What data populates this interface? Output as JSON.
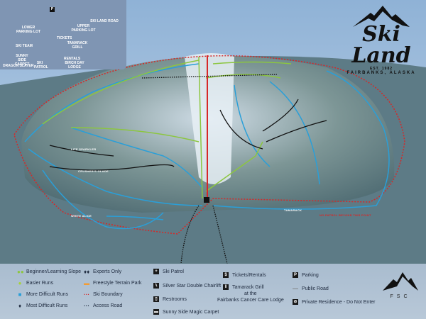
{
  "logo": {
    "title": "Ski Land",
    "est": "EST. 1982",
    "location": "FAIRBANKS, ALASKA"
  },
  "inset": {
    "lower_parking": "LOWER PARKING LOT",
    "upper_parking": "UPPER PARKING LOT",
    "ski_land_road": "SKI LAND ROAD",
    "tickets": "TICKETS",
    "tamarack_grill": "TAMARACK GRILL",
    "ski_team": "SKI TEAM",
    "sunny_side": "SUNNY SIDE CARPET",
    "dragon_slayer": "DRAGON SLAYER",
    "ski_patrol": "SKI PATROL",
    "rentals": "RENTALS",
    "birch_lodge": "BIRCH DAY LODGE"
  },
  "runs": {
    "lite_sparkler": "LITE SPARKLER",
    "crushers_glade": "CRUSHER'S GLADE",
    "tamarack": "TAMARACK",
    "white_alice": "WHITE ALICE",
    "no_patrol": "NO PATROL BEYOND THIS POINT"
  },
  "legend": {
    "beginner": "Beginner/Learning Slope",
    "easier": "Easier Runs",
    "more_difficult": "More Difficult Runs",
    "most_difficult": "Most Difficult Runs",
    "experts": "Experts Only",
    "terrain_park": "Freestyle Terrain Park",
    "boundary": "Ski Boundary",
    "access_road": "Access Road",
    "ski_patrol": "Ski Patrol",
    "chairlift": "Silver Star Double Chairlift",
    "restrooms": "Restrooms",
    "magic_carpet": "Sunny Side Magic Carpet",
    "tickets": "Tickets/Rentals",
    "grill": "Tamarack Grill",
    "grill_at": "at the",
    "grill_lodge": "Fairbanks Cancer Care Lodge",
    "parking": "Parking",
    "public_road": "Public Road",
    "private": "Private Residence - Do Not Enter"
  },
  "fsc": {
    "letters": "FSC"
  },
  "colors": {
    "beginner": "#8cc63f",
    "easier": "#a6d13a",
    "more_difficult": "#2a9fd8",
    "most_difficult": "#111111",
    "terrain_park": "#f39c33",
    "boundary": "#d62828",
    "chairlift": "#d62828"
  }
}
